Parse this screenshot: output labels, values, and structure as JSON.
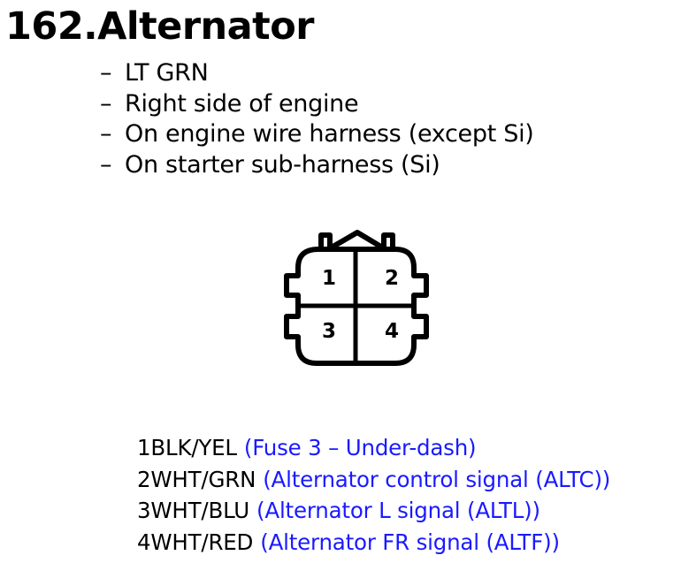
{
  "heading": {
    "number": "162.",
    "name": "Alternator"
  },
  "properties": [
    {
      "dash": "–",
      "text": "LT GRN"
    },
    {
      "dash": "–",
      "text": "Right side of engine"
    },
    {
      "dash": "–",
      "text": "On engine wire harness (except Si)"
    },
    {
      "dash": "–",
      "text": "On starter sub-harness (Si)"
    }
  ],
  "connector": {
    "terminals": [
      "1",
      "2",
      "3",
      "4"
    ]
  },
  "pinout": [
    {
      "pin": "1",
      "wire": "BLK/YEL",
      "desc": "(Fuse 3 – Under-dash)"
    },
    {
      "pin": "2",
      "wire": "WHT/GRN",
      "desc": "(Alternator control signal (ALTC))"
    },
    {
      "pin": "3",
      "wire": "WHT/BLU",
      "desc": "(Alternator L signal (ALTL))"
    },
    {
      "pin": "4",
      "wire": "WHT/RED",
      "desc": "(Alternator FR signal (ALTF))"
    }
  ],
  "colors": {
    "text": "#000000",
    "description": "#1a1aff"
  }
}
